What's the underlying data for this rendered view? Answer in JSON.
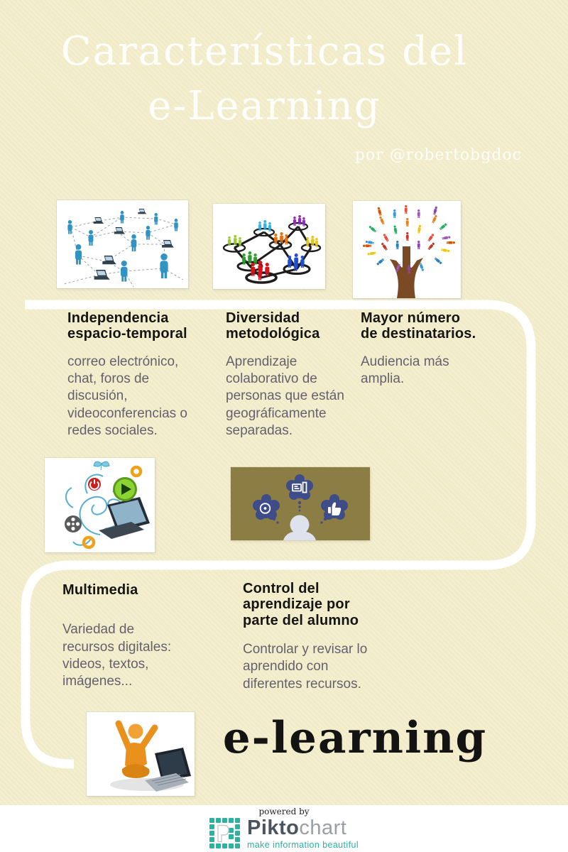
{
  "header": {
    "title_line1": "Características del",
    "title_line2": "e-Learning",
    "byline": "por @robertobgdoc"
  },
  "features_row1": [
    {
      "image": "network-people-computers-illustration",
      "heading_lines": [
        "Independencia",
        "espacio-temporal"
      ],
      "body": "correo electrónico, chat, foros de discusión, videoconferencias o redes sociales."
    },
    {
      "image": "connected-color-groups-illustration",
      "heading_lines": [
        "Diversidad",
        "metodológica"
      ],
      "body": "Aprendizaje colaborativo de personas que están geográficamente separadas."
    },
    {
      "image": "people-tree-illustration",
      "heading_lines": [
        "Mayor número",
        "de destinatarios."
      ],
      "body": "Audiencia más amplia."
    }
  ],
  "features_row2": [
    {
      "image": "multimedia-collage-illustration",
      "heading_lines": [
        "Multimedia"
      ],
      "body": "Variedad de recursos digitales: videos, textos, imágenes..."
    },
    {
      "image": "learning-control-thought-bubbles-illustration",
      "heading_lines": [
        "Control del",
        "aprendizaje por",
        "parte del alumno"
      ],
      "body": "Controlar y revisar lo aprendido con diferentes recursos."
    }
  ],
  "footer_word": "e-learning",
  "branding": {
    "powered_by": "powered by",
    "brand_bold": "Pikto",
    "brand_light": "chart",
    "tagline": "make information beautiful"
  },
  "colors": {
    "background": "#f1ebc7",
    "path_white": "#ffffff",
    "heading_text": "#141414",
    "body_text": "#675f6e",
    "brand_teal": "#2bb2a0",
    "control_image_bg": "#8b7d44",
    "control_image_blue": "#3f4c8a"
  }
}
